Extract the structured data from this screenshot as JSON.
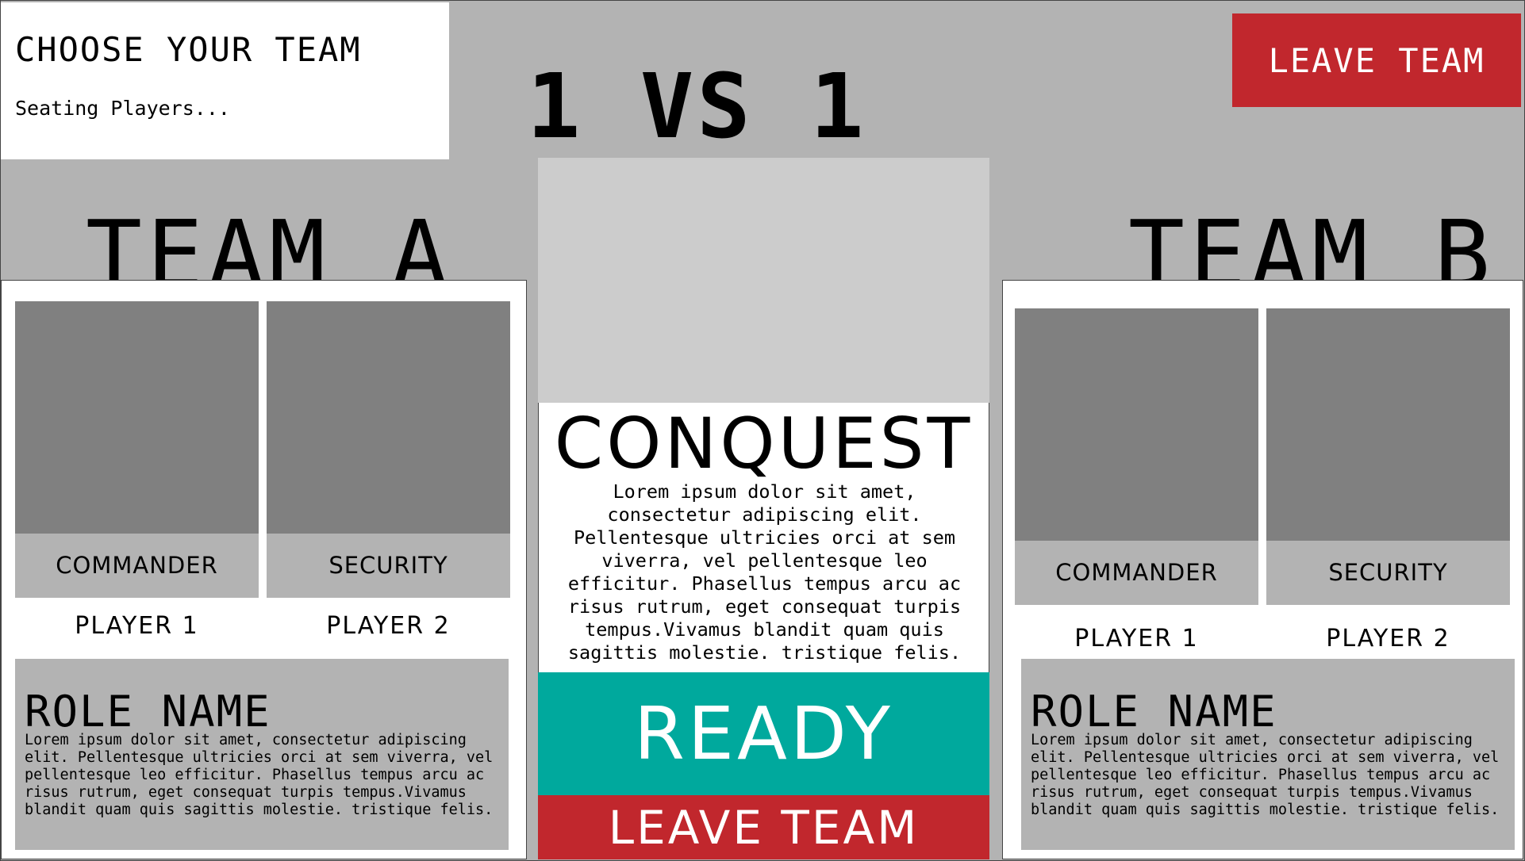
{
  "header": {
    "title": "CHOOSE YOUR TEAM",
    "status": "Seating Players..."
  },
  "mode_label": "1 VS 1",
  "leave_team_top": "LEAVE TEAM",
  "team_a": {
    "name": "TEAM A",
    "slots": [
      {
        "role": "COMMANDER",
        "player": "PLAYER 1"
      },
      {
        "role": "SECURITY",
        "player": "PLAYER 2"
      }
    ],
    "role_name": "ROLE NAME",
    "role_description": "Lorem ipsum dolor sit amet, consectetur adipiscing elit. Pellentesque ultricies orci at sem viverra, vel pellentesque leo efficitur. Phasellus tempus arcu ac risus rutrum, eget consequat turpis tempus.Vivamus blandit quam quis sagittis molestie. tristique felis."
  },
  "team_b": {
    "name": "TEAM B",
    "slots": [
      {
        "role": "COMMANDER",
        "player": "PLAYER 1"
      },
      {
        "role": "SECURITY",
        "player": "PLAYER 2"
      }
    ],
    "role_name": "ROLE NAME",
    "role_description": "Lorem ipsum dolor sit amet, consectetur adipiscing elit. Pellentesque ultricies orci at sem viverra, vel pellentesque leo efficitur. Phasellus tempus arcu ac risus rutrum, eget consequat turpis tempus.Vivamus blandit quam quis sagittis molestie. tristique felis."
  },
  "game_mode": {
    "name": "CONQUEST",
    "description": "Lorem ipsum dolor sit amet, consectetur adipiscing elit. Pellentesque ultricies orci at sem viverra, vel pellentesque leo efficitur. Phasellus tempus arcu ac risus rutrum, eget consequat turpis tempus.Vivamus blandit quam quis sagittis molestie. tristique felis."
  },
  "ready_label": "READY",
  "leave_team_bottom": "LEAVE TEAM",
  "colors": {
    "background": "#b3b3b3",
    "leave_red": "#c1272d",
    "ready_teal": "#00a99d",
    "portrait_gray": "#808080",
    "map_preview_gray": "#cccccc"
  }
}
